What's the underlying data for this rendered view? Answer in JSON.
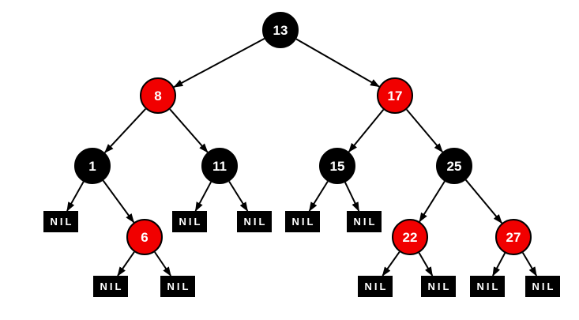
{
  "diagram": {
    "type": "red-black-tree",
    "nil_label": "NIL",
    "colors": {
      "red_node": "#f10000",
      "black_node": "#000000",
      "node_text": "#ffffff",
      "edge": "#000000",
      "background": "#ffffff"
    },
    "nodes": [
      {
        "label": "13",
        "color": "black",
        "parent": null,
        "side": null
      },
      {
        "label": "8",
        "color": "red",
        "parent": "13",
        "side": "left"
      },
      {
        "label": "17",
        "color": "red",
        "parent": "13",
        "side": "right"
      },
      {
        "label": "1",
        "color": "black",
        "parent": "8",
        "side": "left"
      },
      {
        "label": "11",
        "color": "black",
        "parent": "8",
        "side": "right"
      },
      {
        "label": "15",
        "color": "black",
        "parent": "17",
        "side": "left"
      },
      {
        "label": "25",
        "color": "black",
        "parent": "17",
        "side": "right"
      },
      {
        "label": "6",
        "color": "red",
        "parent": "1",
        "side": "right"
      },
      {
        "label": "22",
        "color": "red",
        "parent": "25",
        "side": "left"
      },
      {
        "label": "27",
        "color": "red",
        "parent": "25",
        "side": "right"
      }
    ],
    "nil_leaves": [
      {
        "parent": "1",
        "side": "left"
      },
      {
        "parent": "11",
        "side": "left"
      },
      {
        "parent": "11",
        "side": "right"
      },
      {
        "parent": "15",
        "side": "left"
      },
      {
        "parent": "15",
        "side": "right"
      },
      {
        "parent": "6",
        "side": "left"
      },
      {
        "parent": "6",
        "side": "right"
      },
      {
        "parent": "22",
        "side": "left"
      },
      {
        "parent": "22",
        "side": "right"
      },
      {
        "parent": "27",
        "side": "left"
      },
      {
        "parent": "27",
        "side": "right"
      }
    ]
  }
}
